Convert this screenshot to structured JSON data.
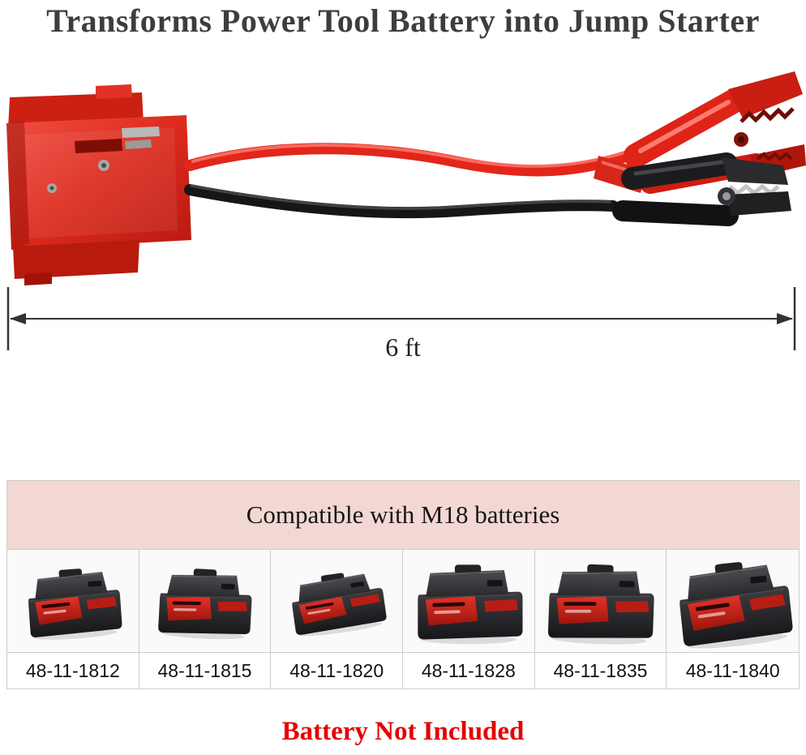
{
  "title": "Transforms Power Tool Battery into Jump Starter",
  "measurement": {
    "label": "6 ft"
  },
  "compatibility": {
    "header": "Compatible with M18 batteries",
    "models": [
      "48-11-1812",
      "48-11-1815",
      "48-11-1820",
      "48-11-1828",
      "48-11-1835",
      "48-11-1840"
    ]
  },
  "note": "Battery Not Included",
  "photo": {
    "adapter": "red-battery-adapter",
    "red_cable": "red-jumper-cable",
    "black_cable": "black-jumper-cable",
    "red_clamp": "red-alligator-clamp",
    "black_clamp": "black-alligator-clamp"
  },
  "colors": {
    "title_text": "#3d3d3d",
    "note_text": "#e60000",
    "header_bg": "#f3d7d3",
    "table_border": "#cccccc",
    "adapter_red": "#dc2a1d",
    "cable_black": "#161616"
  }
}
